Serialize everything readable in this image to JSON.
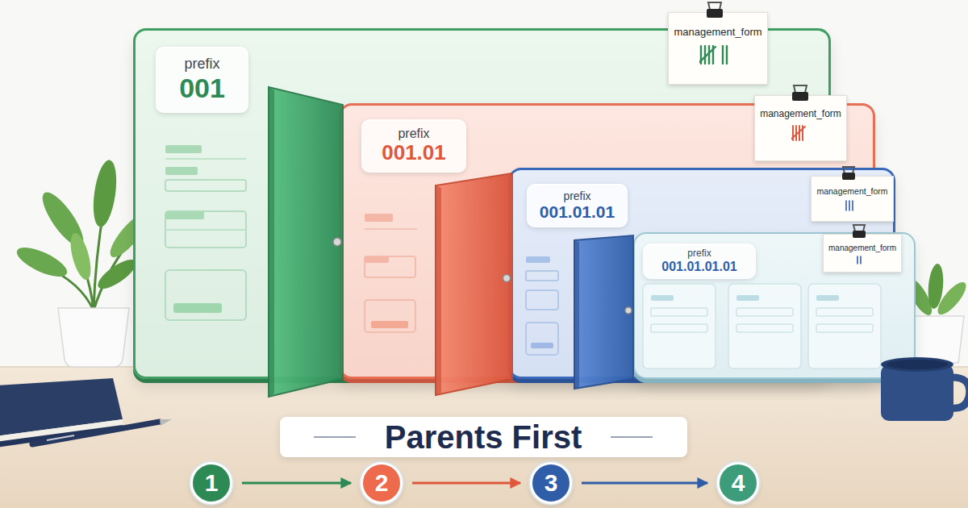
{
  "diagram": {
    "title": "Parents First",
    "nodes": [
      {
        "text": [
          "prefix",
          "001"
        ]
      },
      {
        "text": [
          "management_form"
        ],
        "in": 0
      },
      {
        "text": [
          "prefix",
          "001.01"
        ],
        "in": 0
      },
      {
        "text": [
          "management_form"
        ],
        "in": 2
      },
      {
        "text": [
          "prefix",
          "001.01.01"
        ],
        "in": 2
      },
      {
        "text": [
          "management_form"
        ],
        "in": 4
      },
      {
        "text": [
          "prefix",
          "001.01.01.01"
        ],
        "in": 4
      },
      {
        "text": [
          "management_form"
        ],
        "in": 6
      },
      {
        "text": [
          "1"
        ]
      },
      {
        "text": [
          "2"
        ]
      },
      {
        "text": [
          "3"
        ]
      },
      {
        "text": [
          "4"
        ]
      }
    ],
    "edges": [
      {
        "from": 8,
        "to": 9,
        "arrow": "to"
      },
      {
        "from": 9,
        "to": 10,
        "arrow": "to"
      },
      {
        "from": 10,
        "to": 11,
        "arrow": "to"
      }
    ]
  }
}
